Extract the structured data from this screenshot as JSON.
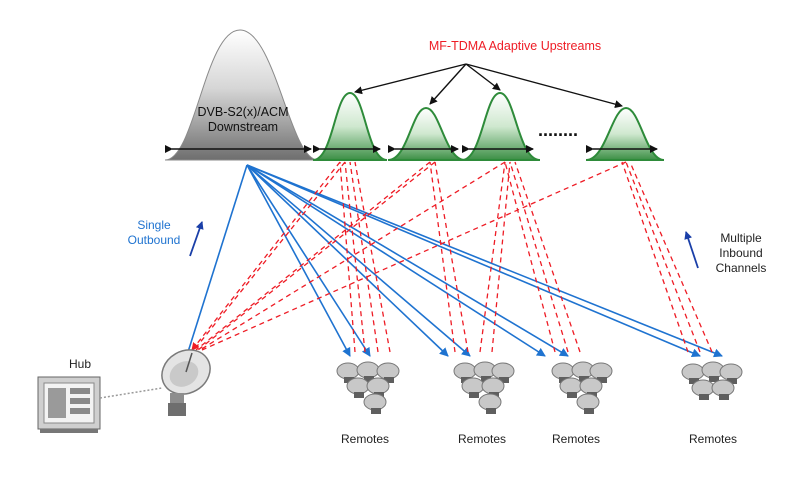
{
  "diagram": {
    "downstream_label_line1": "DVB-S2(x)/ACM",
    "downstream_label_line2": "Downstream",
    "upstreams_title": "MF-TDMA Adaptive Upstreams",
    "ellipsis": "........",
    "single_outbound_line1": "Single",
    "single_outbound_line2": "Outbound",
    "multiple_inbound_line1": "Multiple",
    "multiple_inbound_line2": "Inbound",
    "multiple_inbound_line3": "Channels",
    "hub_label": "Hub",
    "remote_groups": [
      {
        "label": "Remotes"
      },
      {
        "label": "Remotes"
      },
      {
        "label": "Remotes"
      },
      {
        "label": "Remotes"
      }
    ],
    "colors": {
      "downstream_blue": "#1f73d0",
      "upstream_red": "#ee1c25",
      "upstream_green": "#2e8b3a",
      "downstream_gray": "#6b6b6b"
    }
  }
}
